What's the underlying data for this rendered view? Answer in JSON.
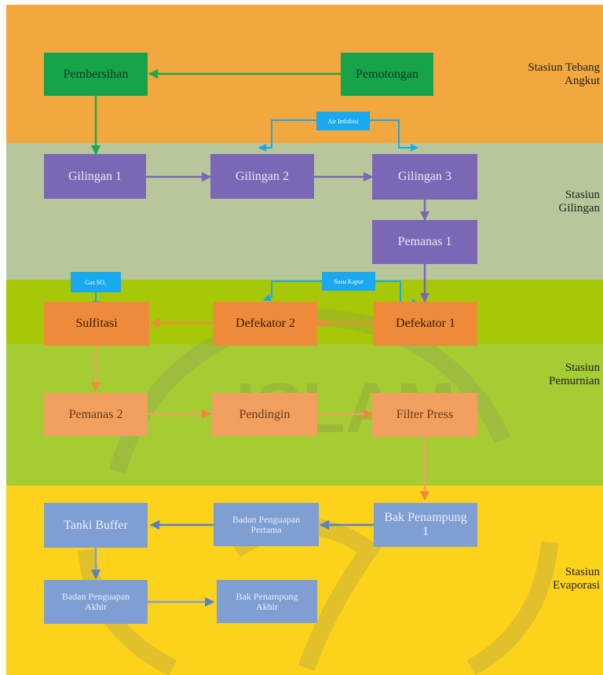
{
  "stations": {
    "tebang": "Stasiun Tebang Angkut",
    "gilingan": "Stasiun Gilingan",
    "pemurnian": "Stasiun Pemurnian",
    "evaporasi": "Stasiun Evaporasi"
  },
  "nodes": {
    "pembersihan": "Pembersihan",
    "pemotongan": "Pemotongan",
    "gilingan1": "Gilingan 1",
    "gilingan2": "Gilingan 2",
    "gilingan3": "Gilingan 3",
    "pemanas1": "Pemanas 1",
    "sulfitasi": "Sulfitasi",
    "defekator2": "Defekator 2",
    "defekator1": "Defekator 1",
    "pemanas2": "Pemanas 2",
    "pendingin": "Pendingin",
    "filter_press": "Filter Press",
    "tanki_buffer": "Tanki Buffer",
    "badan_penguapan_pertama": "Badan Penguapan Pertama",
    "bak_penampung_1": "Bak Penampung 1",
    "badan_penguapan_akhir": "Badan Penguapan Akhir",
    "bak_penampung_akhir": "Bak Penampung Akhir"
  },
  "inputs": {
    "air_imbibisi": "Air Imbibisi",
    "gas_so2": "Gas SO₂",
    "susu_kapur": "Susu Kapur"
  },
  "watermark": {
    "text": "ISLAM"
  },
  "colors": {
    "band_tebang": "#f2a83f",
    "band_gilingan": "#b8c79b",
    "band_pemurnian_top": "#a7c807",
    "band_pemurnian": "#a5cc33",
    "band_evaporasi": "#fdd21b",
    "green_arrow": "#1faa45",
    "purple_arrow": "#7a67b5",
    "orange_arrow": "#f08a3a",
    "blue_arrow": "#5b7fc7",
    "input_arrow": "#1aa8ee"
  }
}
